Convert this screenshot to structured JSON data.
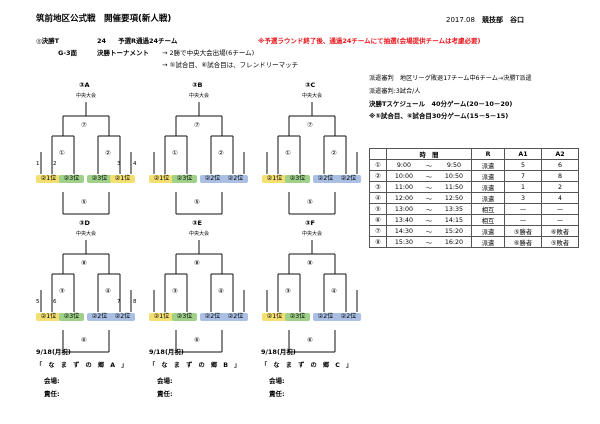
{
  "header": {
    "title": "筑前地区公式戦　開催要項(新人戦)",
    "date": "2017.08",
    "dept": "競技部　谷口"
  },
  "intro": {
    "line1_label": "◎決勝T",
    "line1_num": "24",
    "line1_text": "予選R通過24チーム",
    "line2_label": "G-3面",
    "line2_text": "決勝トーナメント",
    "arrow1": "→ 2勝で中央大会出場(6チーム)",
    "arrow2": "→ ⑤試合目、⑥試合目は、フレンドリーマッチ",
    "notice": "※予選ラウンド終了後、通過24チームにて抽選(会場提供チームは考慮必要)"
  },
  "brackets": [
    {
      "name": "③A",
      "central": "中央大会",
      "final": "⑦",
      "m1": "①",
      "m2": "②",
      "extra": "⑤",
      "nums": [
        "1",
        "2",
        "3",
        "4"
      ],
      "slots": [
        "②1位",
        "②3位",
        "②3位",
        "②1位"
      ]
    },
    {
      "name": "③B",
      "central": "中央大会",
      "final": "⑦",
      "m1": "①",
      "m2": "②",
      "extra": "⑤",
      "slots": [
        "②1位",
        "②3位",
        "②2位",
        "②2位"
      ]
    },
    {
      "name": "③C",
      "central": "中央大会",
      "final": "⑦",
      "m1": "①",
      "m2": "②",
      "extra": "⑤",
      "slots": [
        "②1位",
        "②3位",
        "②2位",
        "②2位"
      ]
    },
    {
      "name": "③D",
      "central": "中央大会",
      "final": "⑧",
      "m1": "③",
      "m2": "④",
      "extra": "⑥",
      "nums": [
        "5",
        "6",
        "7",
        "8"
      ],
      "slots": [
        "②1位",
        "②3位",
        "②2位",
        "②2位"
      ]
    },
    {
      "name": "③E",
      "central": "中央大会",
      "final": "⑧",
      "m1": "③",
      "m2": "④",
      "extra": "⑥",
      "slots": [
        "②1位",
        "②3位",
        "②2位",
        "②2位"
      ]
    },
    {
      "name": "③F",
      "central": "中央大会",
      "final": "⑧",
      "m1": "③",
      "m2": "④",
      "extra": "⑥",
      "slots": [
        "②1位",
        "②3位",
        "②2位",
        "②2位"
      ]
    }
  ],
  "colors": {
    "pos1": "#f3df72",
    "pos2": "#a9bfe3",
    "pos3": "#9fd18a"
  },
  "footer": [
    {
      "date": "9/18(月祝)",
      "venue": "「　な　ま　ず　の　郷　A　」",
      "kaijo": "会場:",
      "sekinin": "責任:"
    },
    {
      "date": "9/18(月祝)",
      "venue": "「　な　ま　ず　の　郷　B　」",
      "kaijo": "会場:",
      "sekinin": "責任:"
    },
    {
      "date": "9/18(月祝)",
      "venue": "「　な　ま　ず　の　郷　C　」",
      "kaijo": "会場:",
      "sekinin": "責任:"
    }
  ],
  "right": {
    "ref1": "派遣審判　地区リーグ敗退17チーム中6チーム→決勝T派遣",
    "ref2": "派遣審判:3試合/人",
    "sched_title": "決勝Tスケジュール　40分ゲーム(20－10－20)",
    "sched_note": "※⑤試合目、⑥試合目30分ゲーム(15－5－15)"
  },
  "schedule": {
    "headers": [
      "",
      "時　間",
      "",
      "",
      "R",
      "A1",
      "A2"
    ],
    "rows": [
      [
        "①",
        "9:00",
        "～",
        "9:50",
        "派遣",
        "5",
        "6"
      ],
      [
        "②",
        "10:00",
        "～",
        "10:50",
        "派遣",
        "7",
        "8"
      ],
      [
        "③",
        "11:00",
        "～",
        "11:50",
        "派遣",
        "1",
        "2"
      ],
      [
        "④",
        "12:00",
        "～",
        "12:50",
        "派遣",
        "3",
        "4"
      ],
      [
        "⑤",
        "13:00",
        "～",
        "13:35",
        "相互",
        "—",
        "—"
      ],
      [
        "⑥",
        "13:40",
        "～",
        "14:15",
        "相互",
        "—",
        "—"
      ],
      [
        "⑦",
        "14:30",
        "～",
        "15:20",
        "派遣",
        "⑤勝者",
        "⑥敗者"
      ],
      [
        "⑧",
        "15:30",
        "～",
        "16:20",
        "派遣",
        "⑥勝者",
        "⑤敗者"
      ]
    ]
  }
}
